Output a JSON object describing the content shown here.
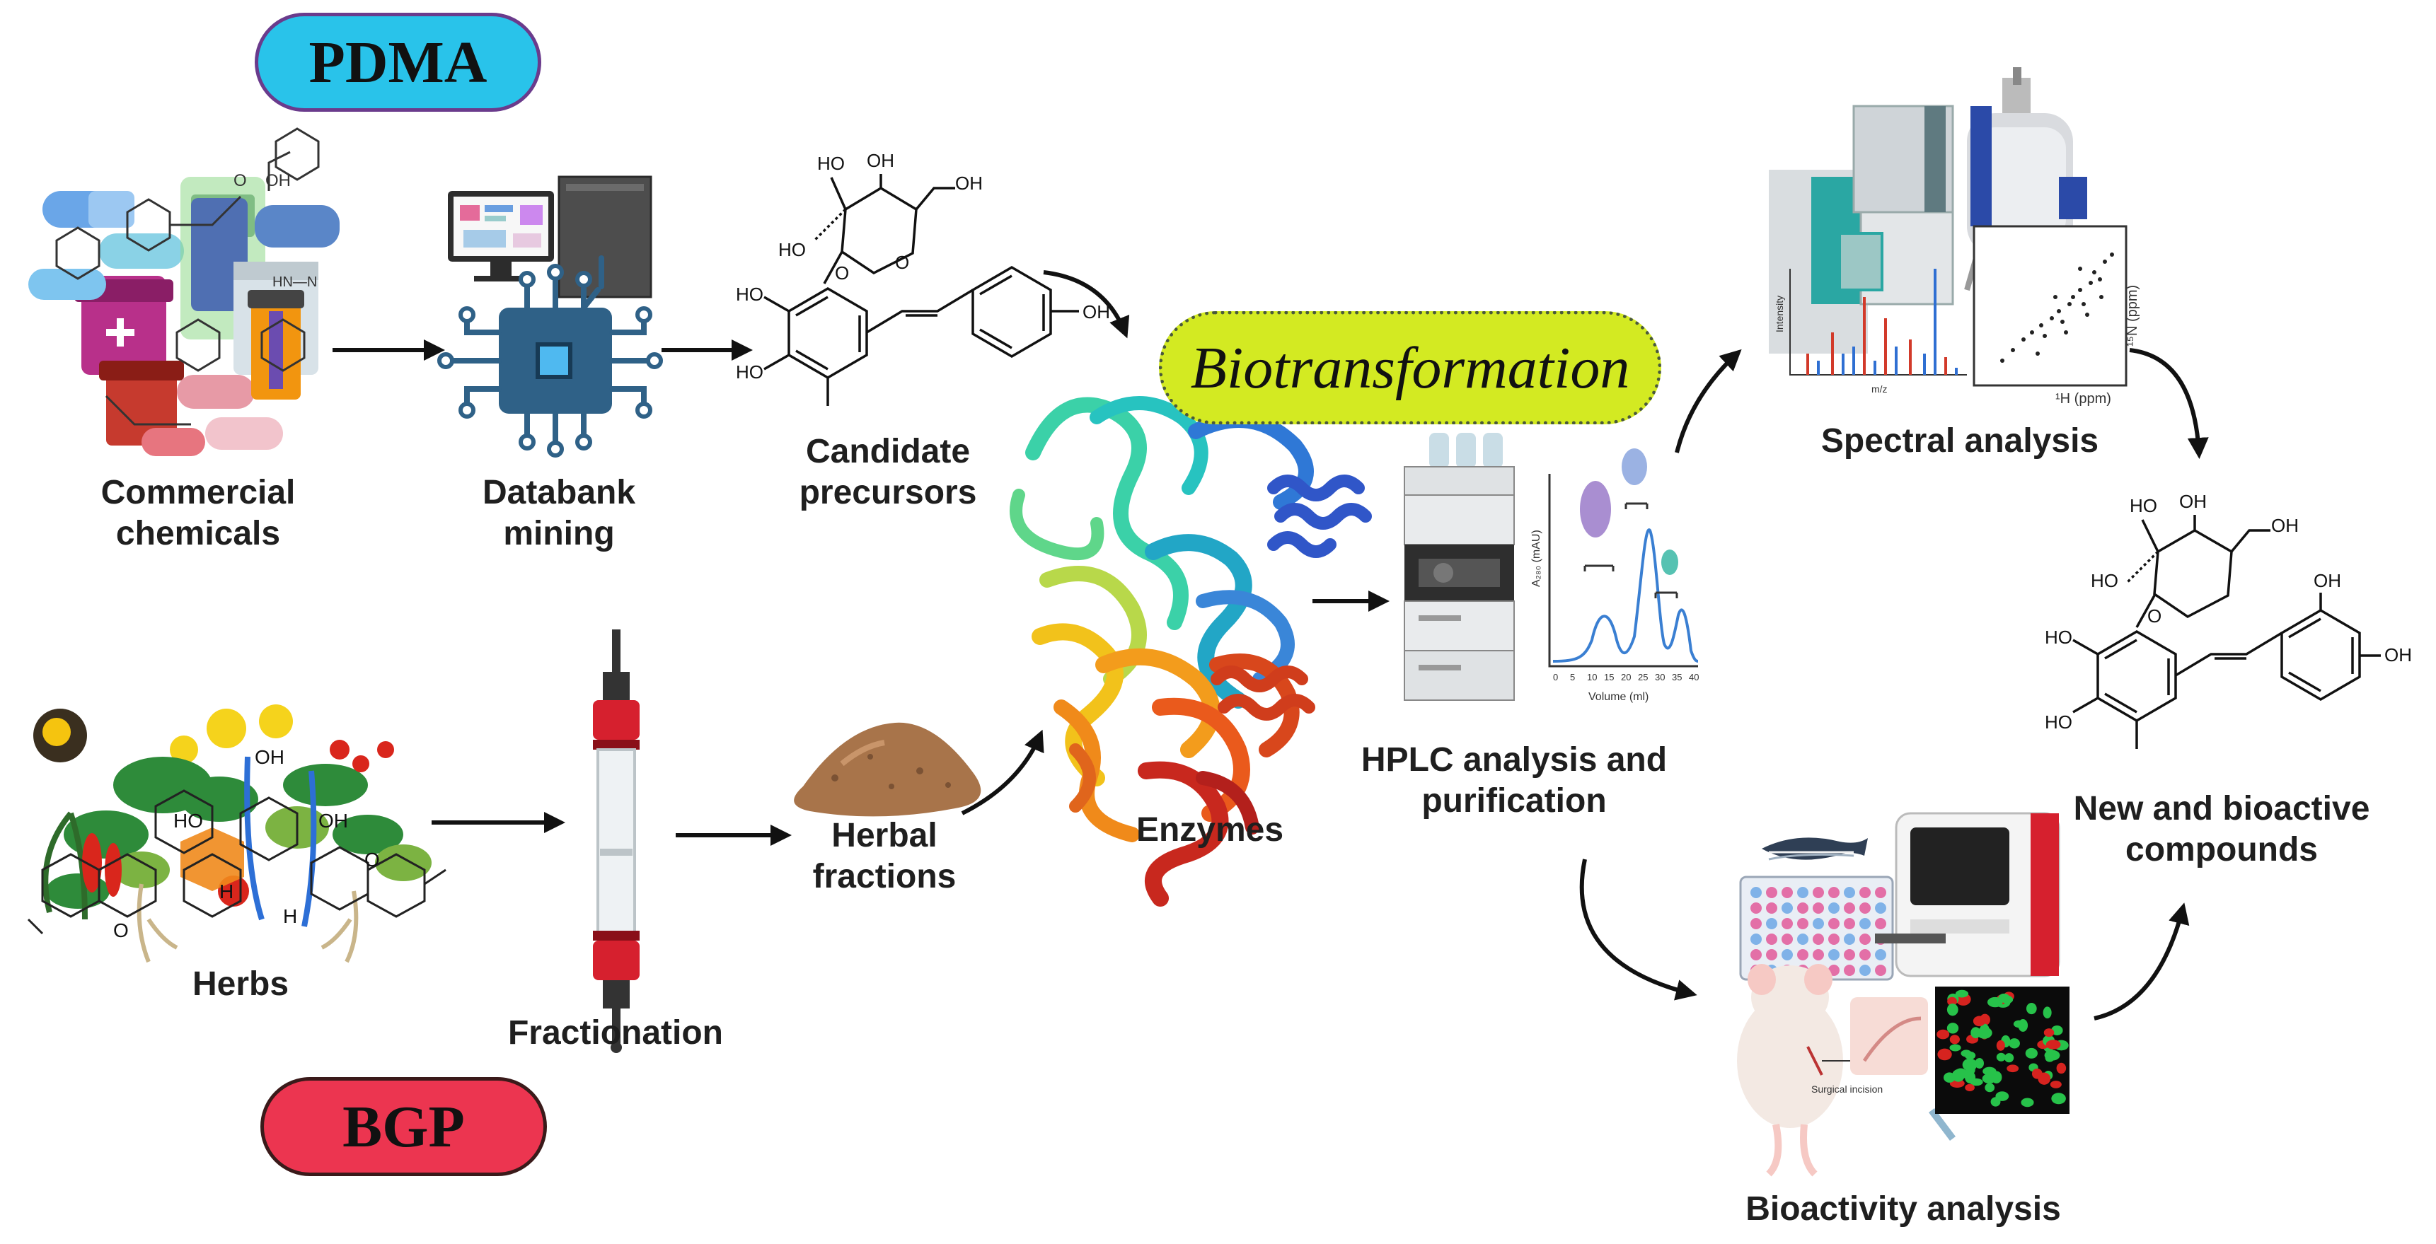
{
  "badges": {
    "pdma": "PDMA",
    "bgp": "BGP",
    "biotransformation": "Biotransformation"
  },
  "labels": {
    "commercial_chemicals": [
      "Commercial",
      "chemicals"
    ],
    "databank_mining": [
      "Databank",
      "mining"
    ],
    "candidate_precursors": [
      "Candidate",
      "precursors"
    ],
    "enzymes": "Enzymes",
    "hplc": [
      "HPLC analysis and",
      "purification"
    ],
    "spectral_analysis": "Spectral analysis",
    "new_compounds": [
      "New and bioactive",
      "compounds"
    ],
    "herbs": "Herbs",
    "fractionation": "Fractionation",
    "herbal_fractions": [
      "Herbal",
      "fractions"
    ],
    "bioactivity_analysis": "Bioactivity analysis"
  },
  "molecule_text": {
    "ho": "HO",
    "oh": "OH",
    "o": "O",
    "oh_h": "OH",
    "h": "H"
  },
  "hplc_chart": {
    "ylabel": "A₂₈₀ (mAU)",
    "xlabel": "Volume (ml)",
    "xticks": [
      "0",
      "5",
      "10",
      "15",
      "20",
      "25",
      "30",
      "35",
      "40"
    ]
  },
  "spectral": {
    "ms_ylabel": "Intensity",
    "ms_xlabel": "m/z",
    "nmr_ylabel": "¹⁵N (ppm)",
    "nmr_xlabel": "¹H (ppm)"
  },
  "bioactivity": {
    "incision_label": "Surgical incision"
  },
  "icons": {
    "chemicals": "commercial-chemicals-icon",
    "databank": "databank-computer-icon",
    "herbs": "herbs-icon",
    "column": "fractionation-column-icon",
    "powder": "herbal-powder-icon",
    "protein": "enzyme-protein-icon",
    "hplc": "hplc-instrument-icon",
    "ms": "mass-spectrometer-icon",
    "nmr": "nmr-magnet-icon",
    "zebrafish": "zebrafish-icon",
    "plate_reader": "plate-reader-icon",
    "mouse": "mouse-icon",
    "cells": "fluorescence-cells-icon"
  },
  "colors": {
    "pdma": "#29c3ea",
    "bgp": "#ec3550",
    "biotransformation": "#d3ea22"
  }
}
